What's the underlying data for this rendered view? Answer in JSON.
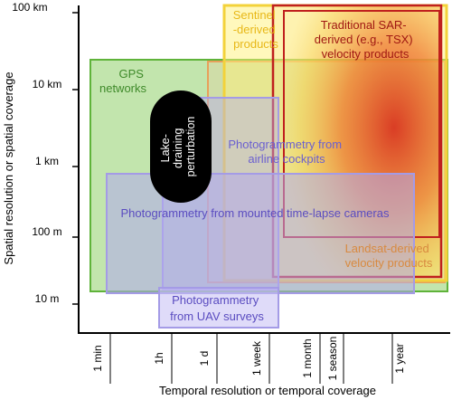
{
  "axes": {
    "y_label": "Spatial resolution or spatial coverage",
    "x_label": "Temporal resolution or temporal coverage",
    "y_ticks": [
      "100 km",
      "10 km",
      "1 km",
      "100 m",
      "10 m"
    ],
    "x_ticks": [
      "1 min",
      "1h",
      "1 d",
      "1 week",
      "1 month",
      "1 season",
      "1 year"
    ]
  },
  "regions": {
    "gps": {
      "label_lines": [
        "GPS",
        "networks"
      ],
      "color": "#6cbf4a"
    },
    "sentinel": {
      "label_lines": [
        "Sentinel",
        "-derived",
        "products"
      ],
      "color": "#f3d23a"
    },
    "sar": {
      "label_lines": [
        "Traditional SAR-",
        "derived (e.g., TSX)",
        "velocity products"
      ],
      "color": "#c0201e"
    },
    "landsat": {
      "label_lines": [
        "Landsat-derived",
        "velocity products"
      ],
      "color": "#e8a05a"
    },
    "airline": {
      "label_lines": [
        "Photogrammetry from",
        "airline cockpits"
      ],
      "color": "#8a7fd8"
    },
    "timelapse": {
      "label": "Photogrammetry from mounted time-lapse cameras",
      "color": "#6f5fc8"
    },
    "uav": {
      "label_lines": [
        "Photogrammetry",
        "from UAV surveys"
      ],
      "color": "#7a6cd0"
    },
    "lake": {
      "label_lines": [
        "Lake-",
        "draining",
        "perturbation"
      ],
      "color": "#000000"
    }
  }
}
